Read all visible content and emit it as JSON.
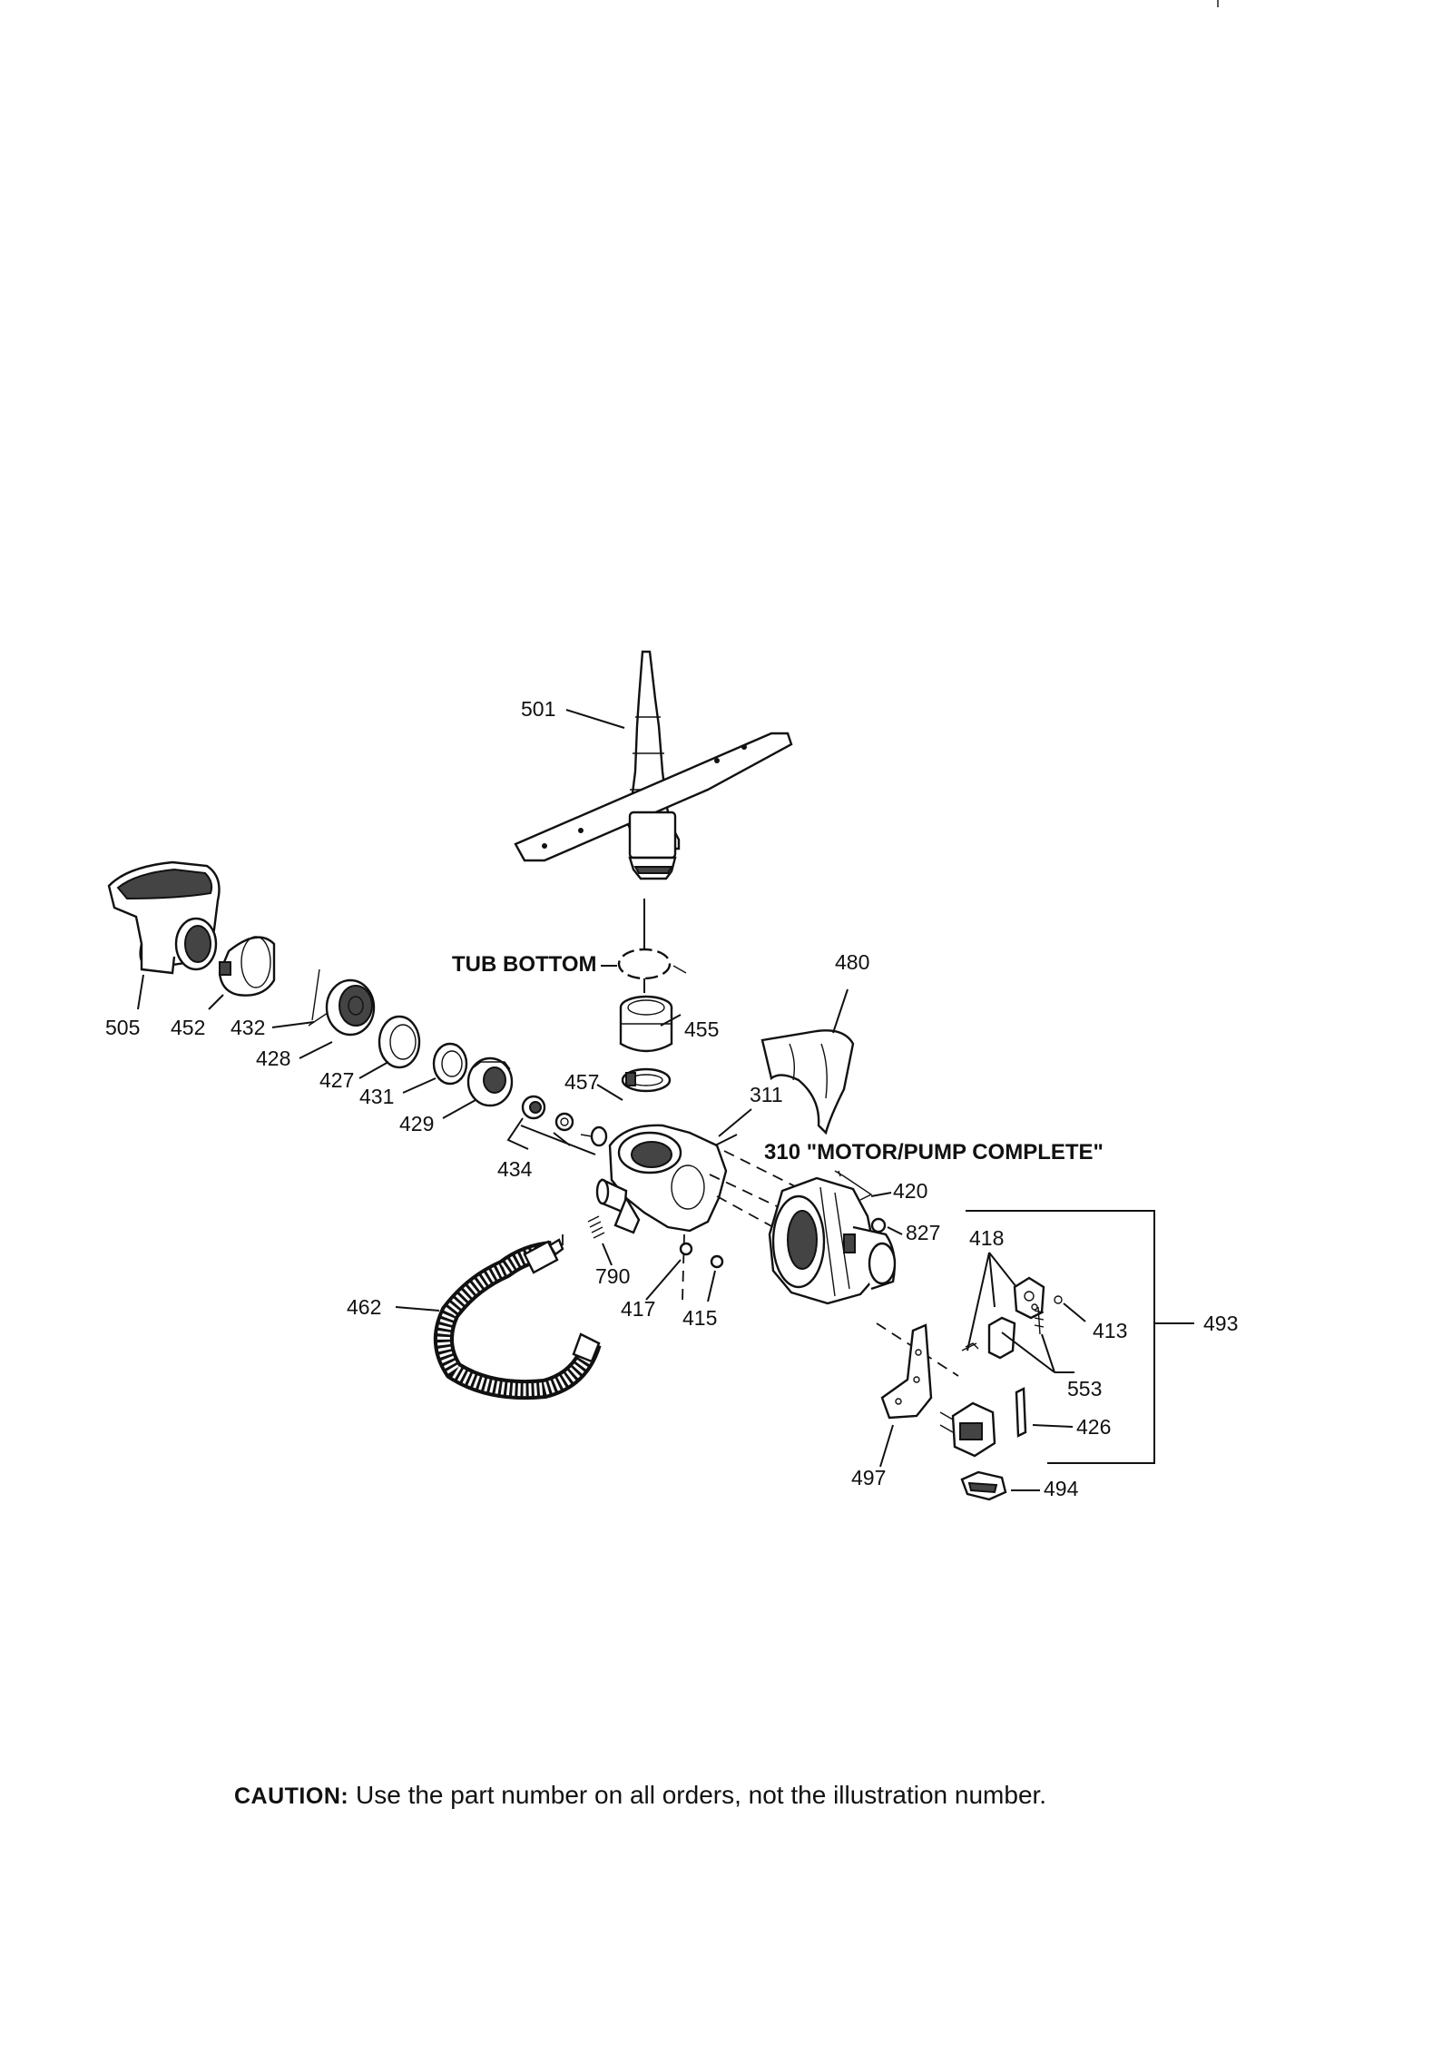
{
  "callouts": {
    "p501": "501",
    "tub_bottom": "TUB BOTTOM",
    "p480": "480",
    "p505": "505",
    "p452": "452",
    "p432": "432",
    "p428": "428",
    "p427": "427",
    "p431": "431",
    "p429": "429",
    "p434": "434",
    "p455": "455",
    "p457": "457",
    "p311": "311",
    "p310": "310 \"MOTOR/PUMP COMPLETE\"",
    "p420": "420",
    "p827": "827",
    "p418": "418",
    "p413": "413",
    "p493": "493",
    "p553": "553",
    "p426": "426",
    "p497": "497",
    "p494": "494",
    "p462": "462",
    "p790": "790",
    "p417": "417",
    "p415": "415"
  },
  "caption": {
    "label": "CAUTION:",
    "text": "Use the part number on all orders, not the illustration number."
  }
}
